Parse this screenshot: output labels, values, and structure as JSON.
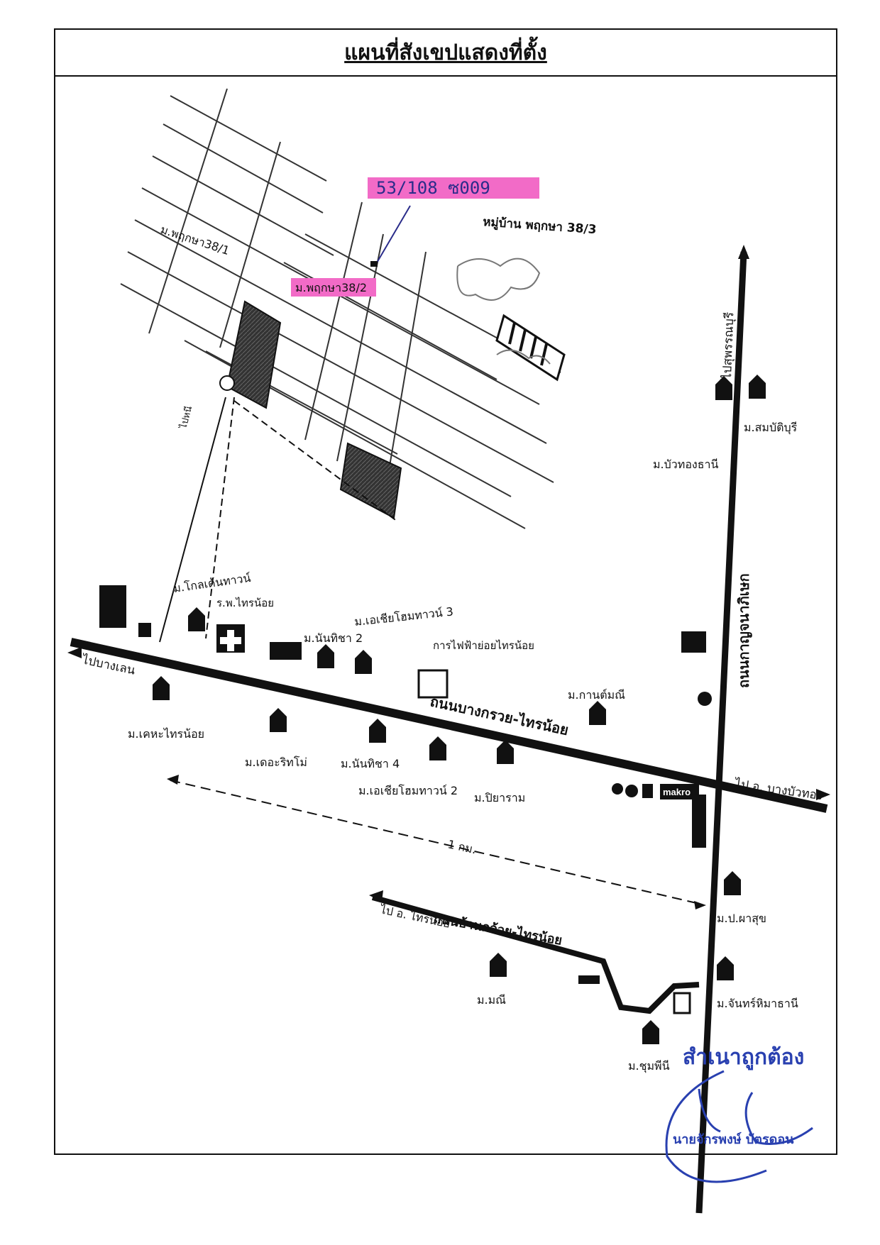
{
  "title": "แผนที่สังเขปแสดงที่ตั้ง",
  "handwritten_code": "53/108 ซ009",
  "village_label": "หมู่บ้าน พฤกษา 38/3",
  "pink_village": "ม.พฤกษา38/2",
  "village_left": "ม.พฤกษา38/1",
  "roads": {
    "main": "ถนนบางกรวย-ไทรน้อย",
    "lower": "ถนนบ้านกล้วย-ไทรน้อย",
    "vertical": "ถนนกาญจนาภิเษก"
  },
  "directions": {
    "to_bangbuathong": "ไป อ. บางบัวทอง",
    "to_bangsaen": "ไปบางเลน",
    "to_sainoi": "ไป อ. ไทรน้อย",
    "to_suphan": "ไปสุพรรณบุรี"
  },
  "places": [
    "ม.โกลเด้นทาวน์",
    "ร.พ.ไทรน้อย",
    "ม.นันทิชา 2",
    "ม.เอเชียโฮมทาวน์ 3",
    "การไฟฟ้าย่อยไทรน้อย",
    "ม.เคหะไทรน้อย",
    "ม.เดอะริทโม่",
    "ม.นันทิชา 4",
    "ม.เอเชียโฮมทาวน์ 2",
    "ม.ปิยาราม",
    "ม.กานต์มณี",
    "ม.บัวทองธานี",
    "ม.สมบัติบุรี",
    "ม.ป.ผาสุข",
    "ม.จันทร์หิมาธานี",
    "ม.มณี",
    "ม.ชุมพีนี"
  ],
  "shop": "makro",
  "side_road": "ไปหนี",
  "km": "1 กม.",
  "stamp": {
    "line1": "สำเนาถูกต้อง",
    "line2": "นายจักรพงษ์ บัตรดอน"
  },
  "colors": {
    "highlight": "#f26bc7",
    "stamp": "#2940b0",
    "ink": "#111111"
  }
}
